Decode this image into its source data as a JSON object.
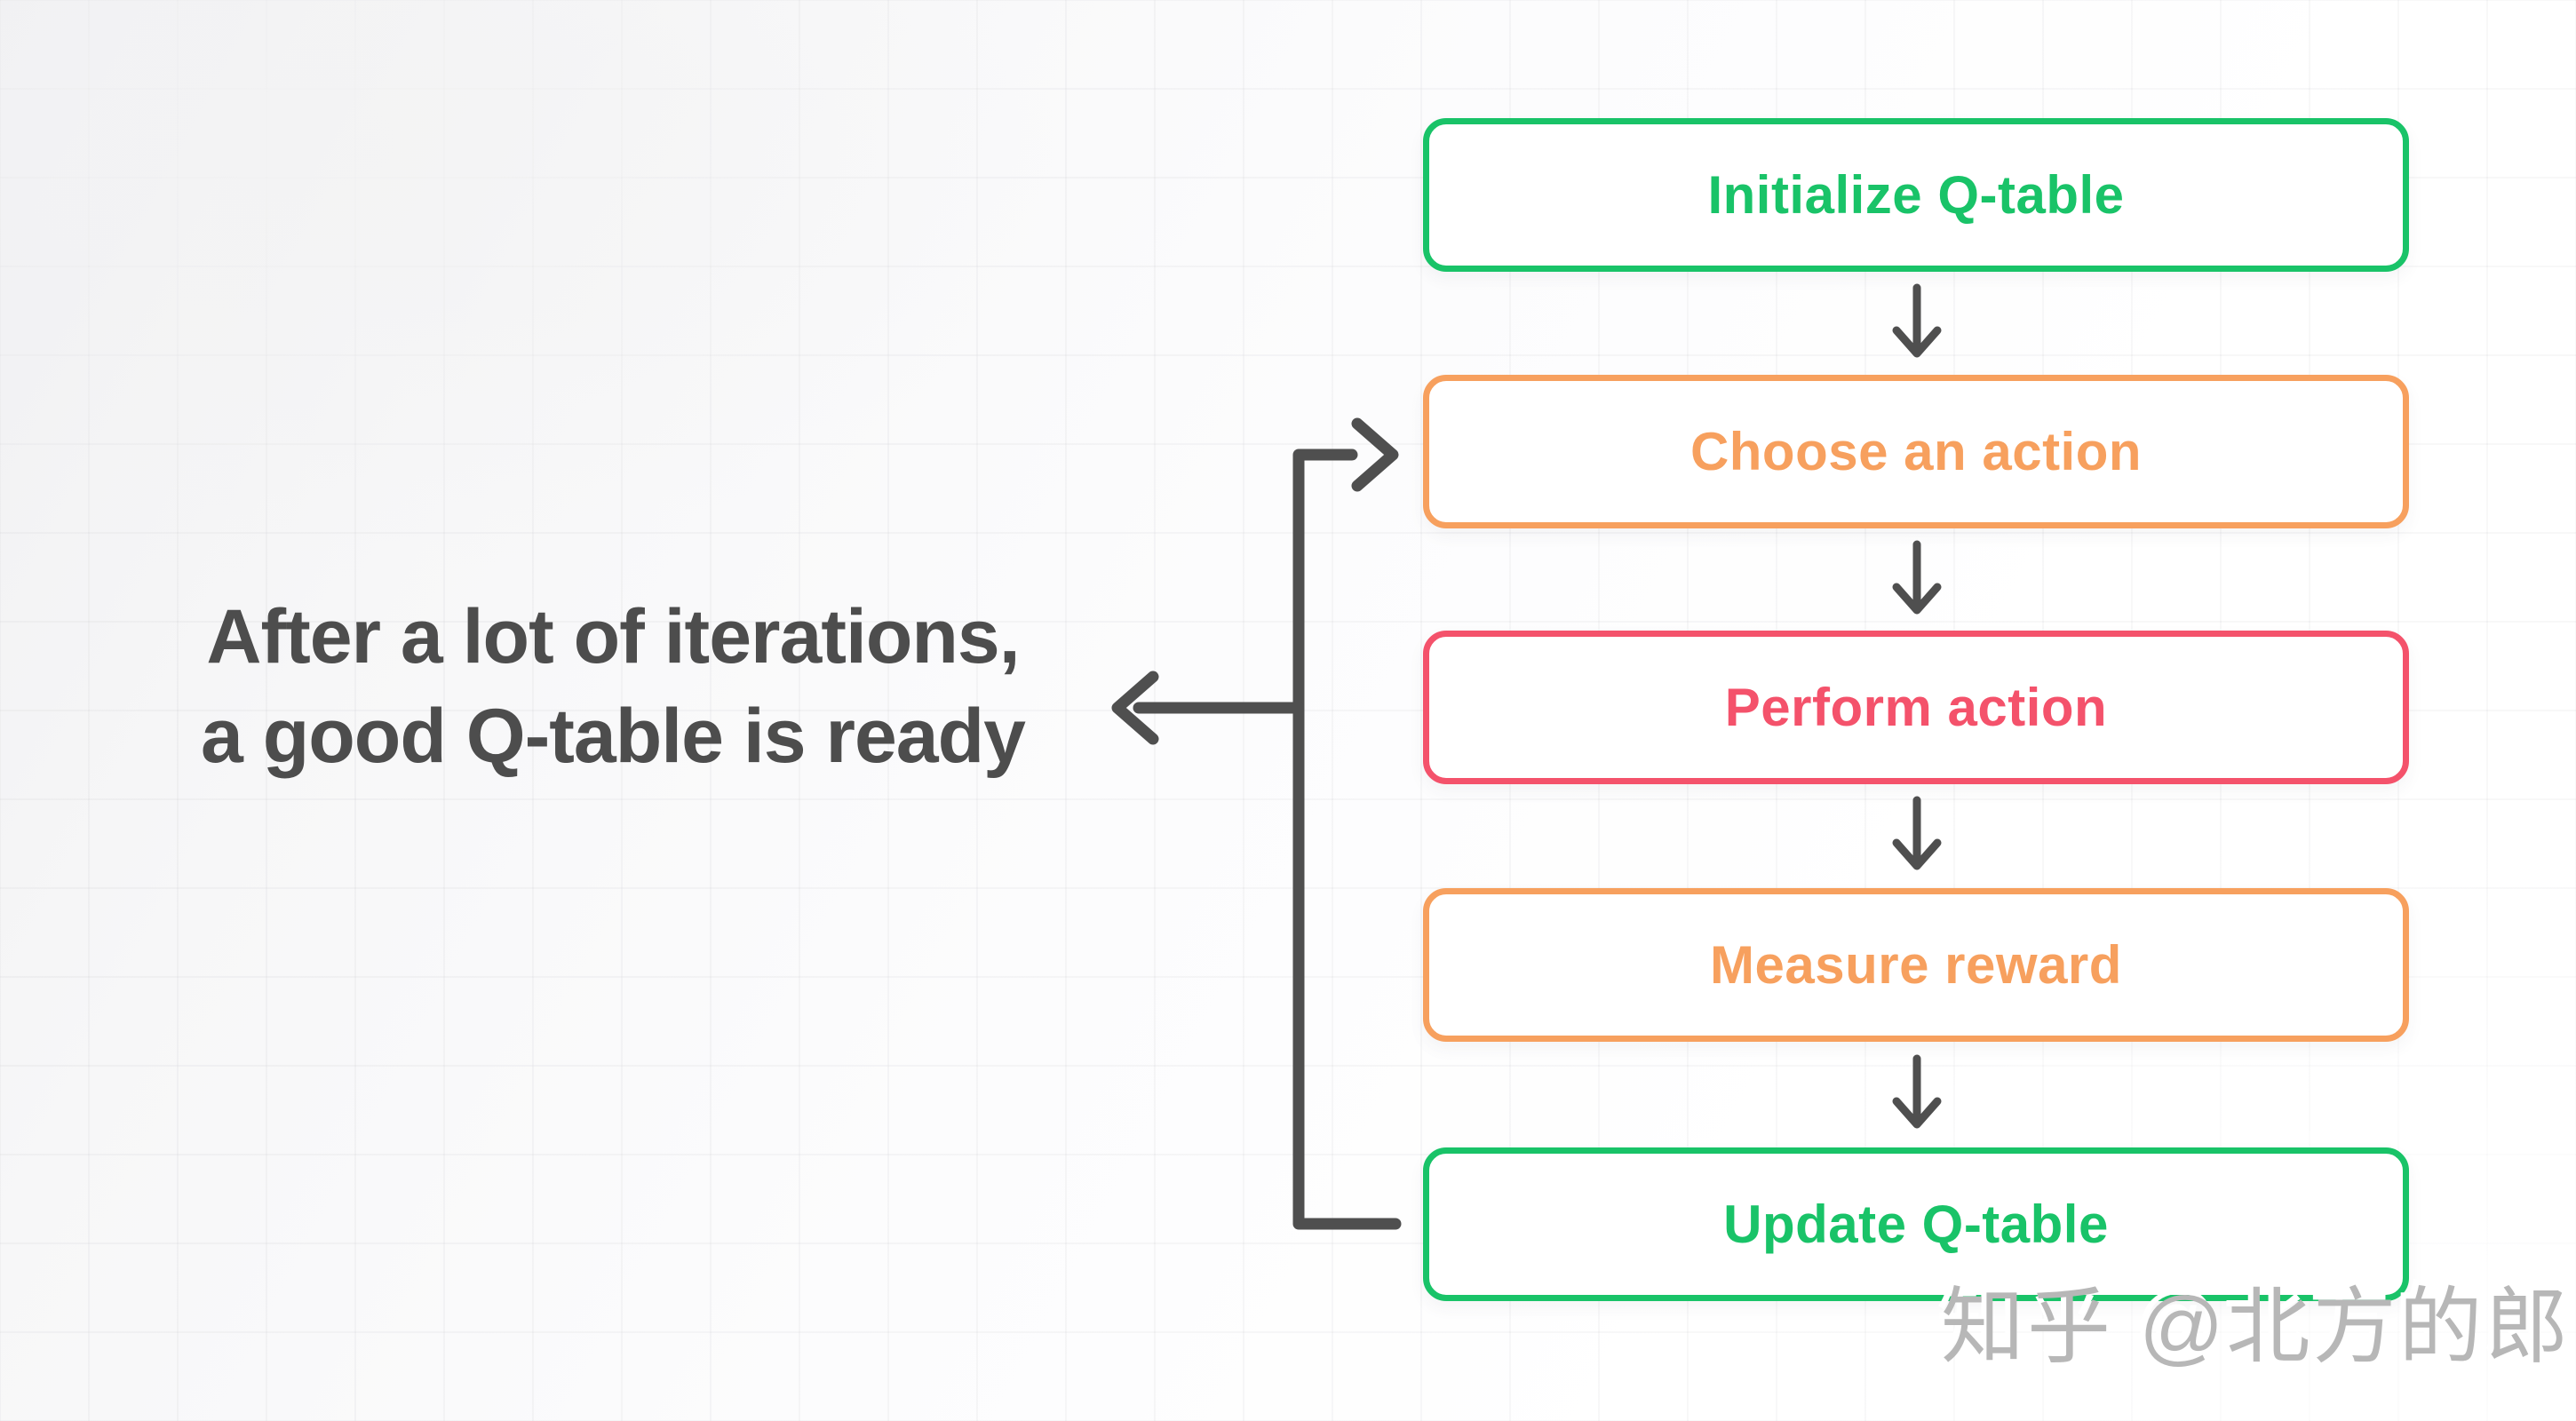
{
  "diagram": {
    "title_semantic": "Q-learning training loop flowchart",
    "caption": {
      "line1": "After a lot of iterations,",
      "line2": "a good Q-table is ready"
    },
    "nodes": [
      {
        "id": "initialize",
        "label": "Initialize Q-table",
        "color": "#19c368"
      },
      {
        "id": "choose",
        "label": "Choose an action",
        "color": "#f7a05e"
      },
      {
        "id": "perform",
        "label": "Perform action",
        "color": "#f4526b"
      },
      {
        "id": "measure",
        "label": "Measure reward",
        "color": "#f7a05e"
      },
      {
        "id": "update",
        "label": "Update Q-table",
        "color": "#19c368"
      }
    ],
    "edges": [
      "initialize -> choose",
      "choose -> perform",
      "perform -> measure",
      "measure -> update",
      "update -> choose (loop back)",
      "loop -> caption (after many iterations)"
    ],
    "colors": {
      "arrow": "#4f4f4f",
      "caption_text": "#4d4d4d",
      "watermark": "#b7b7b7",
      "box_fill": "#ffffff",
      "background": "#f7f7f8",
      "grid_line": "#ededee"
    },
    "watermark": "知乎 @北方的郎"
  }
}
